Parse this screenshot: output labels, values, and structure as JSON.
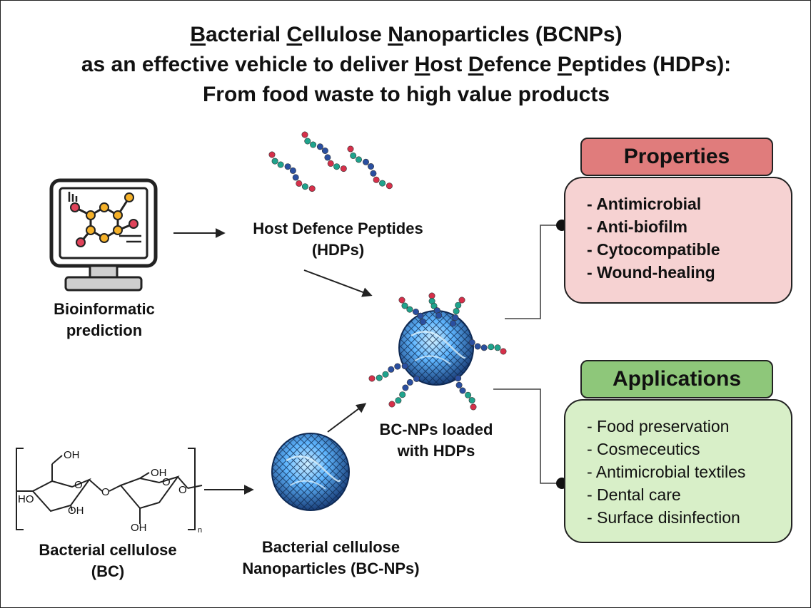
{
  "title": {
    "line1": [
      {
        "text": "B",
        "u": true
      },
      {
        "text": "acterial ",
        "u": false
      },
      {
        "text": "C",
        "u": true
      },
      {
        "text": "ellulose ",
        "u": false
      },
      {
        "text": "N",
        "u": true
      },
      {
        "text": "anoparticles (BCNPs)",
        "u": false
      }
    ],
    "line2": [
      {
        "text": "as an effective vehicle to deliver ",
        "u": false
      },
      {
        "text": "H",
        "u": true
      },
      {
        "text": "ost ",
        "u": false
      },
      {
        "text": "D",
        "u": true
      },
      {
        "text": "efence ",
        "u": false
      },
      {
        "text": "P",
        "u": true
      },
      {
        "text": "eptides (HDPs):",
        "u": false
      }
    ],
    "line3": "From food waste to high value products"
  },
  "bioinformatic": {
    "line1": "Bioinformatic",
    "line2": "prediction"
  },
  "hdp": {
    "line1": "Host Defence Peptides",
    "line2": "(HDPs)"
  },
  "loaded": {
    "line1": "BC-NPs loaded",
    "line2": "with HDPs"
  },
  "bc": {
    "line1": "Bacterial cellulose",
    "line2": "(BC)"
  },
  "bcnp": {
    "line1": "Bacterial cellulose",
    "line2": "Nanoparticles (BC-NPs)"
  },
  "molecule": {
    "oh1": "OH",
    "oh2": "OH",
    "oh3": "OH",
    "oh4": "OH",
    "ho": "HO",
    "o1": "O",
    "o2": "O",
    "o3": "O",
    "o4": "O",
    "n": "n"
  },
  "properties": {
    "header": "Properties",
    "items": [
      "- Antimicrobial",
      "- Anti-biofilm",
      "- Cytocompatible",
      "- Wound-healing"
    ]
  },
  "applications": {
    "header": "Applications",
    "items": [
      "- Food preservation",
      "- Cosmeceutics",
      "- Antimicrobial textiles",
      "- Dental care",
      "- Surface disinfection"
    ]
  },
  "colors": {
    "properties_header": "#e07c7c",
    "properties_box": "#f6d2d2",
    "applications_header": "#8ec77a",
    "applications_box": "#d8efc8",
    "bead_red": "#d6304a",
    "bead_teal": "#1fa38c",
    "bead_blue": "#2a4fa0",
    "nano_light": "#8fd3ff",
    "nano_dark": "#1a3f7a"
  }
}
